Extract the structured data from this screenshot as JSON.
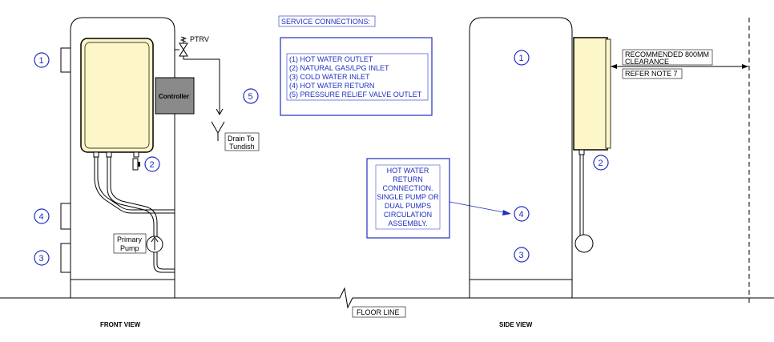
{
  "labels": {
    "service_title": "SERVICE CONNECTIONS:",
    "connections": [
      "(1) HOT WATER OUTLET",
      "(2) NATURAL GAS/LPG INLET",
      "(3) COLD WATER INLET",
      "(4) HOT WATER RETURN",
      "(5) PRESSURE RELIEF VALVE OUTLET"
    ],
    "ptrv": "PTRV",
    "controller": "Controller",
    "drain_line1": "Drain To",
    "drain_line2": "Tundish",
    "primary_line1": "Primary",
    "primary_line2": "Pump",
    "clearance_line1": "RECOMMENDED 800MM",
    "clearance_line2": "CLEARANCE",
    "refer_note": "REFER NOTE 7",
    "hw_return": [
      "HOT WATER",
      "RETURN",
      "CONNECTION.",
      "SINGLE PUMP OR",
      "DUAL PUMPS",
      "CIRCULATION",
      "ASSEMBLY."
    ],
    "floor_line": "FLOOR LINE",
    "front_view": "FRONT VIEW",
    "side_view": "SIDE VIEW"
  },
  "markers": {
    "front_1": "1",
    "front_2": "2",
    "front_4": "4",
    "front_3": "3",
    "front_5": "5",
    "side_1": "1",
    "side_2": "2",
    "side_4": "4",
    "side_3": "3"
  },
  "colors": {
    "accent_blue": "#1f2fbf",
    "panel_fill": "#fdf6c8",
    "controller_fill": "#8a8a8a"
  }
}
